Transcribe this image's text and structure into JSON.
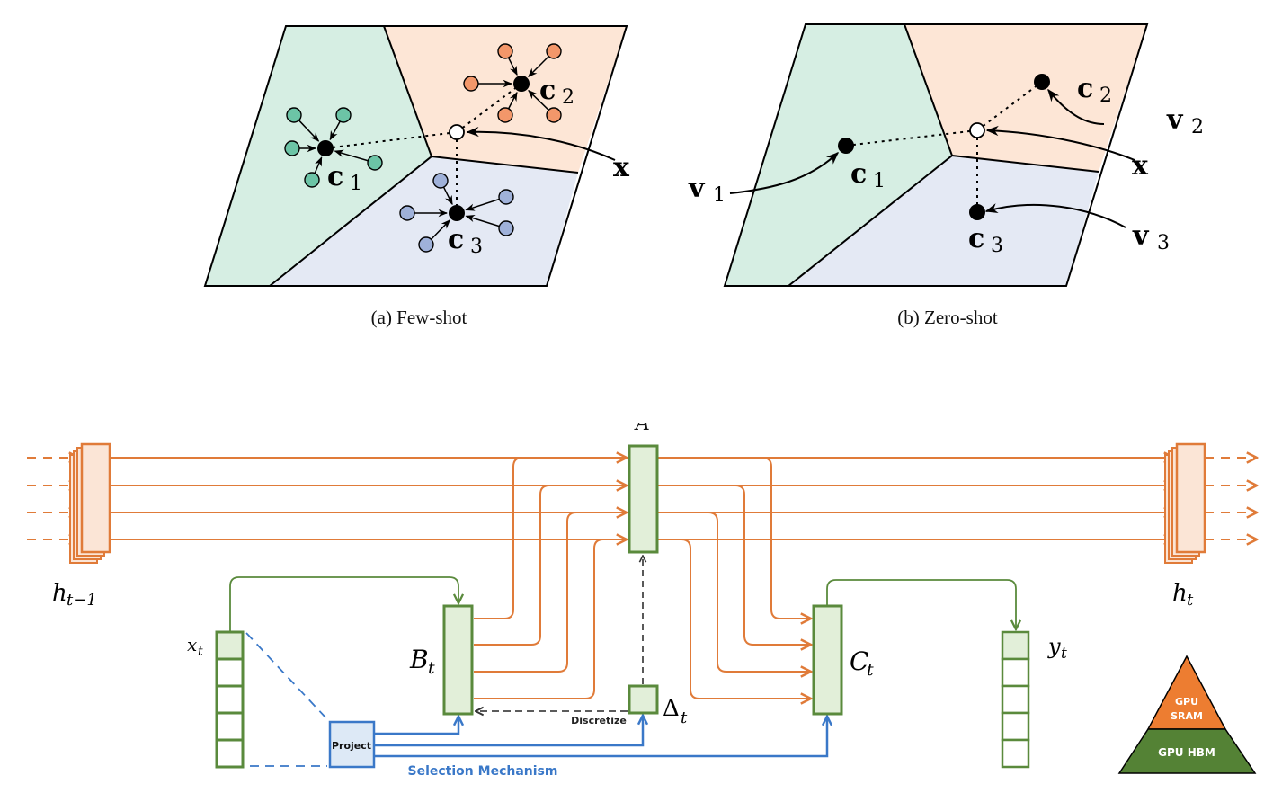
{
  "figure_a": {
    "caption": "(a) Few-shot",
    "labels": {
      "c1": "c",
      "c1_sub": "1",
      "c2": "c",
      "c2_sub": "2",
      "c3": "c",
      "c3_sub": "3",
      "x": "x"
    }
  },
  "figure_b": {
    "caption": "(b) Zero-shot",
    "labels": {
      "c1": "c",
      "c1_sub": "1",
      "c2": "c",
      "c2_sub": "2",
      "c3": "c",
      "c3_sub": "3",
      "x": "x",
      "v1": "v",
      "v1_sub": "1",
      "v2": "v",
      "v2_sub": "2",
      "v3": "v",
      "v3_sub": "3"
    }
  },
  "colors": {
    "region_green": "#d6eee3",
    "region_peach": "#fde6d6",
    "region_blue": "#e4e9f4",
    "dot_green": "#6cc4a6",
    "dot_orange": "#f3976a",
    "dot_blue": "#9fb1d9",
    "ssm_orange": "#e07b39",
    "ssm_green": "#5a8a3c",
    "ssm_green_fill": "#e2efd9",
    "ssm_blue": "#3a78c8",
    "ssm_blue_fill": "#dde9f6",
    "state_fill": "#fbe5d6",
    "pyramid_top": "#ed7d31",
    "pyramid_bottom": "#548235"
  },
  "ssm": {
    "h_prev": "h",
    "h_prev_sub": "t−1",
    "h_next": "h",
    "h_next_sub": "t",
    "x": "x",
    "x_sub": "t",
    "y": "y",
    "y_sub": "t",
    "B": "B",
    "B_sub": "t",
    "C": "C",
    "C_sub": "t",
    "delta": "Δ",
    "delta_sub": "t",
    "A_top": "A",
    "project_label": "Project",
    "discretize_label": "Discretize",
    "selection_label": "Selection Mechanism",
    "pyramid_top_label_1": "GPU",
    "pyramid_top_label_2": "SRAM",
    "pyramid_bottom_label": "GPU HBM"
  }
}
